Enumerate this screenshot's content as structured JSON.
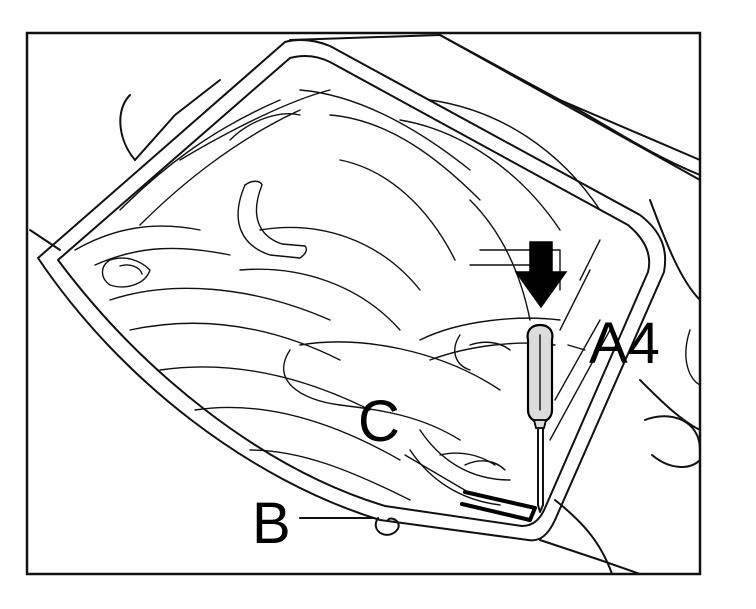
{
  "labels": {
    "a4": "A4",
    "b": "B",
    "c": "C"
  },
  "colors": {
    "ink": "#111111",
    "paper": "#ffffff",
    "tool_fill": "#dcdcdc"
  },
  "icons": {
    "pointer": "arrow-down-icon",
    "tool": "screwdriver-icon"
  }
}
